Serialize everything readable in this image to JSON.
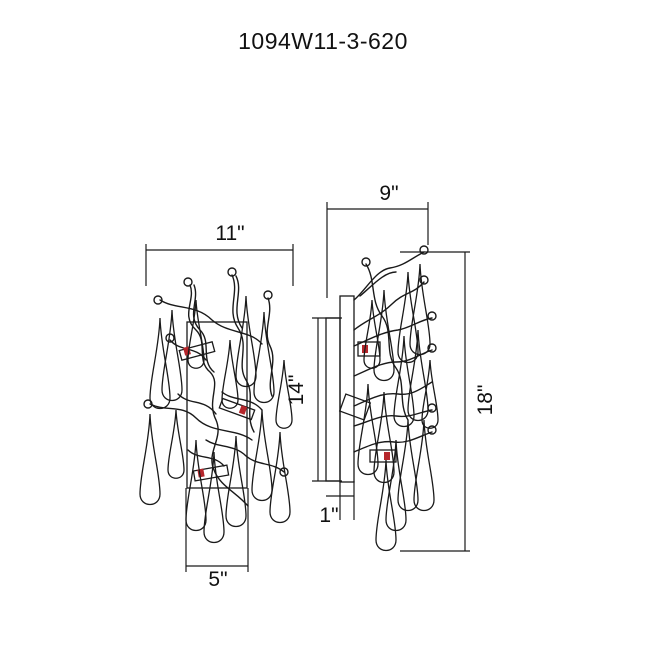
{
  "title": "1094W11-3-620",
  "dimensions": {
    "front_width": "11\"",
    "backplate_width": "5\"",
    "side_depth": "9\"",
    "backplate_height": "14\"",
    "overall_height": "18\"",
    "backplate_depth": "1\""
  },
  "colors": {
    "line": "#1a1a1a",
    "accent": "#b5262b"
  }
}
